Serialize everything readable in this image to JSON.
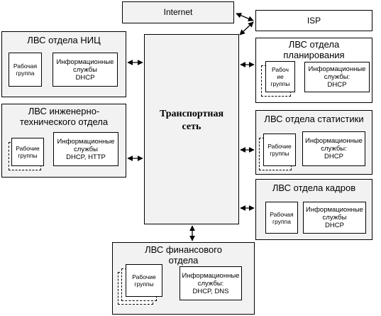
{
  "internet": "Internet",
  "isp": "ISP",
  "transport": "Транспортная\nсеть",
  "nic": {
    "title": "ЛВС отдела НИЦ",
    "group": "Рабочая\nгруппа",
    "services": "Информационные\nслужбы\nDHCP"
  },
  "eng": {
    "title": "ЛВС инженерно-\nтехнического отдела",
    "groups": "Рабочие\nгруппы",
    "services": "Информационные\nслужбы\nDHCP, HTTP"
  },
  "plan": {
    "title": "ЛВС отдела\nпланирования",
    "groups": "Рабоч\nие\nгруппы",
    "services": "Информационные\nслужбы:\nDHCP"
  },
  "stat": {
    "title": "ЛВС отдела статистики",
    "groups": "Рабочие\nгруппы",
    "services": "Информационные\nслужбы:\nDHCP"
  },
  "hr": {
    "title": "ЛВС отдела кадров",
    "group": "Рабочая\nгруппа",
    "services": "Информационные\nслужбы\nDHCP"
  },
  "fin": {
    "title": "ЛВС финансового\nотдела",
    "groups": "Рабочие\nгруппы",
    "services": "Информационные\nслужбы:\nDHCP, DNS"
  }
}
